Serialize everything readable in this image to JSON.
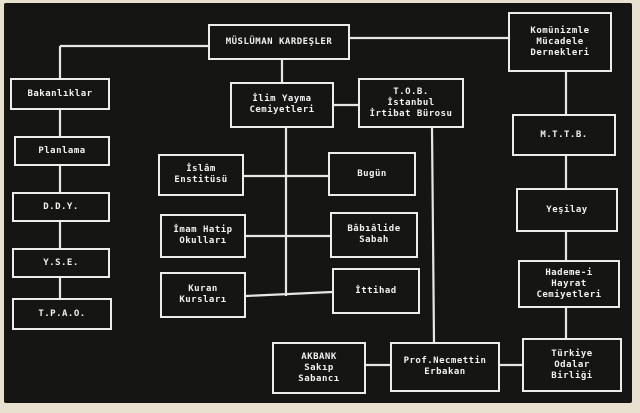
{
  "nodes": {
    "muslim_brotherhood": "MÜSLÜMAN KARDEŞLER",
    "anti_communism": "Komünizmle\nMücadele\nDernekleri",
    "ministries": "Bakanlıklar",
    "planning": "Planlama",
    "ddy": "D.D.Y.",
    "yse": "Y.S.E.",
    "tpao": "T.P.A.O.",
    "science_society": "İlim Yayma\nCemiyetleri",
    "tob_office": "T.O.B.\nİstanbul\nİrtibat Bürosu",
    "islam_institute": "İslâm\nEnstitüsü",
    "bugun": "Bugün",
    "imam_hatip": "İmam Hatip\nOkulları",
    "babiali": "Bâbıâlide\nSabah",
    "quran_courses": "Kuran\nKursları",
    "ittihad": "İttihad",
    "mttb": "M.T.T.B.",
    "yesilay": "Yeşilay",
    "hademe": "Hademe-i\nHayrat\nCemiyetleri",
    "akbank": "AKBANK\nSakıp\nSabancı",
    "erbakan": "Prof.Necmettin\nErbakan",
    "chambers": "Türkiye\nOdalar\nBirliği"
  }
}
